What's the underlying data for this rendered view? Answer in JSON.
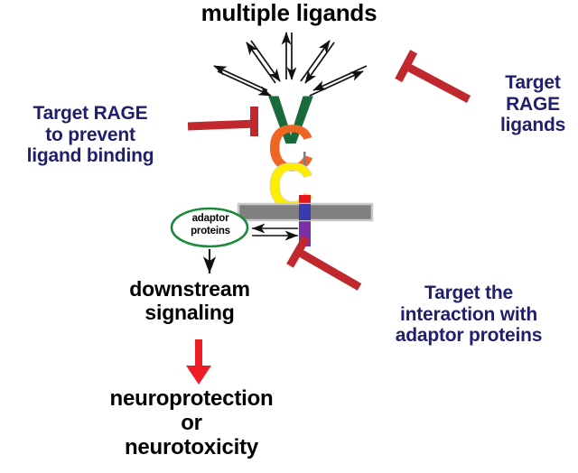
{
  "diagram": {
    "title": "multiple ligands",
    "background_color": "#ffffff"
  },
  "labels": {
    "multiple_ligands": "multiple ligands",
    "target_rage_prevent": "Target RAGE\nto prevent\nligand binding",
    "target_rage_ligands": "Target\nRAGE\nligands",
    "target_adaptor": "Target the\ninteraction with\nadaptor proteins",
    "adaptor_proteins": "adaptor\nproteins",
    "downstream_signaling": "downstream\nsignaling",
    "outcome": "neuroprotection\nor\nneurotoxicity"
  },
  "receptor": {
    "name": "RAGE",
    "domains": [
      {
        "name": "V-domain",
        "glyph": "V",
        "color": "#1a6b3c"
      },
      {
        "name": "C1-domain",
        "glyph": "C",
        "color": "#ef6524"
      },
      {
        "name": "C2-domain",
        "glyph": "C",
        "color": "#ffed00"
      }
    ],
    "stalk_segments": [
      {
        "name": "juxtamembrane",
        "color": "#e8151b"
      },
      {
        "name": "transmembrane",
        "color": "#3b3bad"
      },
      {
        "name": "cytoplasmic-tail",
        "color": "#7b2fa8"
      }
    ]
  },
  "membrane": {
    "name": "plasma-membrane",
    "fill": "#808080",
    "border": "#c8c8c8"
  },
  "colors": {
    "inhibitor_red": "#c0282d",
    "arrow_red": "#ee1c25",
    "navy_text": "#1f1f6e",
    "ellipse_green": "#1a8a3c",
    "black": "#000000"
  },
  "arrows": {
    "ligand_arrow_pairs": 5,
    "adaptor_exchange": "bidirectional",
    "downstream_arrow": "black-down",
    "outcome_arrow": "red-down"
  },
  "inhibitors": [
    {
      "name": "inhibitor-ligand-binding",
      "orientation": "horizontal"
    },
    {
      "name": "inhibitor-rage-ligands",
      "orientation": "diagonal-up-left"
    },
    {
      "name": "inhibitor-adaptor-interaction",
      "orientation": "diagonal-up-left"
    }
  ]
}
